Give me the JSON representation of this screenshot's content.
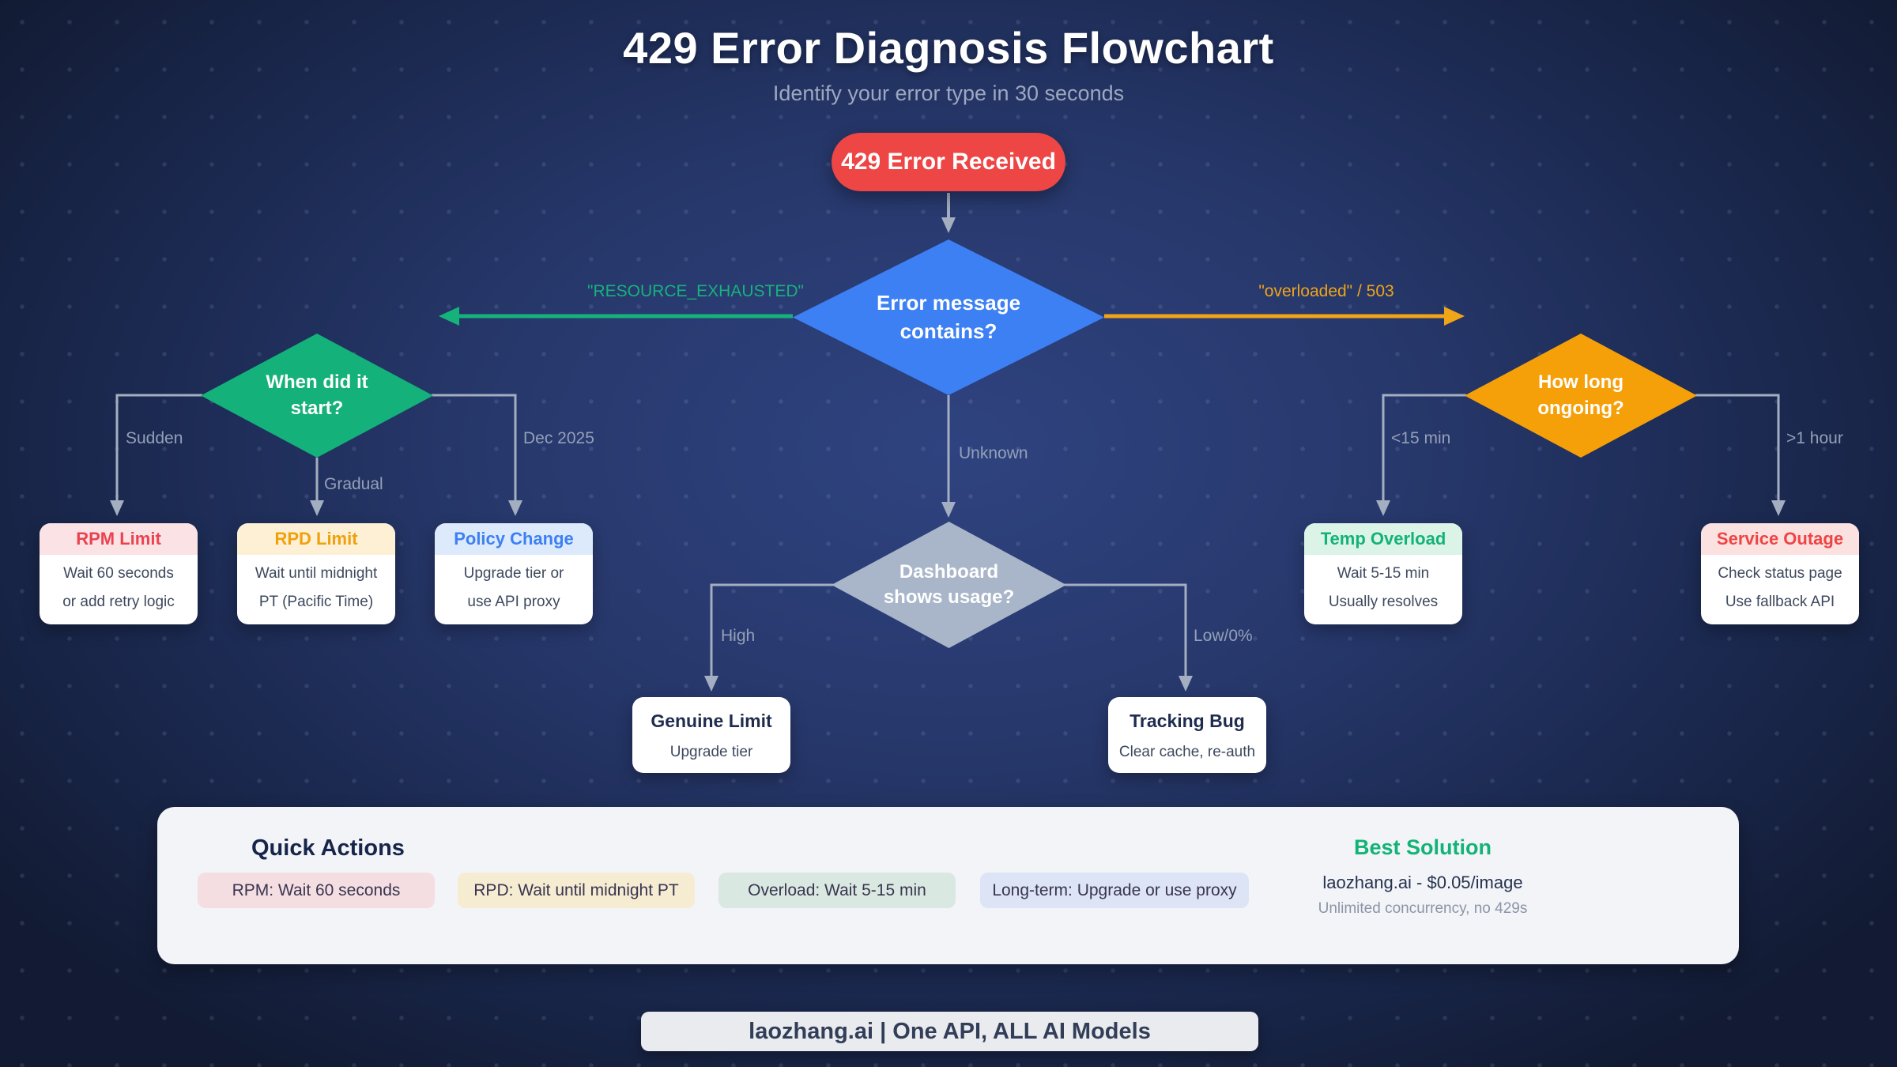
{
  "title": "429 Error Diagnosis Flowchart",
  "subtitle": "Identify your error type in 30 seconds",
  "start_node": {
    "label": "429 Error Received"
  },
  "decisions": {
    "root": {
      "line1": "Error message",
      "line2": "contains?"
    },
    "left": {
      "line1": "When did it",
      "line2": "start?"
    },
    "middle": {
      "line1": "Dashboard",
      "line2": "shows usage?"
    },
    "right": {
      "line1": "How long",
      "line2": "ongoing?"
    }
  },
  "edges": {
    "root_left": "\"RESOURCE_EXHAUSTED\"",
    "root_right": "\"overloaded\" / 503",
    "root_down": "Unknown",
    "left_sudden": "Sudden",
    "left_gradual": "Gradual",
    "left_dec": "Dec 2025",
    "mid_high": "High",
    "mid_low": "Low/0%",
    "right_short": "<15 min",
    "right_long": ">1 hour"
  },
  "cards": {
    "rpm": {
      "title": "RPM Limit",
      "line1": "Wait 60 seconds",
      "line2": "or add retry logic"
    },
    "rpd": {
      "title": "RPD Limit",
      "line1": "Wait until midnight",
      "line2": "PT (Pacific Time)"
    },
    "policy": {
      "title": "Policy Change",
      "line1": "Upgrade tier or",
      "line2": "use API proxy"
    },
    "genuine": {
      "title": "Genuine Limit",
      "line1": "Upgrade tier"
    },
    "tracking": {
      "title": "Tracking Bug",
      "line1": "Clear cache, re-auth"
    },
    "temp": {
      "title": "Temp Overload",
      "line1": "Wait 5-15 min",
      "line2": "Usually resolves"
    },
    "outage": {
      "title": "Service Outage",
      "line1": "Check status page",
      "line2": "Use fallback API"
    }
  },
  "quick_actions": {
    "heading": "Quick Actions",
    "chips": [
      "RPM: Wait 60 seconds",
      "RPD: Wait until midnight PT",
      "Overload: Wait 5-15 min",
      "Long-term: Upgrade or use proxy"
    ],
    "best": {
      "heading": "Best Solution",
      "line1": "laozhang.ai - $0.05/image",
      "line2": "Unlimited concurrency, no 429s"
    }
  },
  "footer": "laozhang.ai | One API, ALL AI Models",
  "colors": {
    "start_red": "#ee4545",
    "decision_blue": "#3d80f3",
    "decision_green": "#14b17a",
    "decision_orange": "#f5a009",
    "decision_grey": "#a9b6c9",
    "arrow_green": "#16b27c",
    "arrow_orange": "#f0a418",
    "connector_grey": "#a3aec0",
    "best_green": "#13b377",
    "background_dark": "#121b33",
    "background_mid": "#2f4380"
  }
}
